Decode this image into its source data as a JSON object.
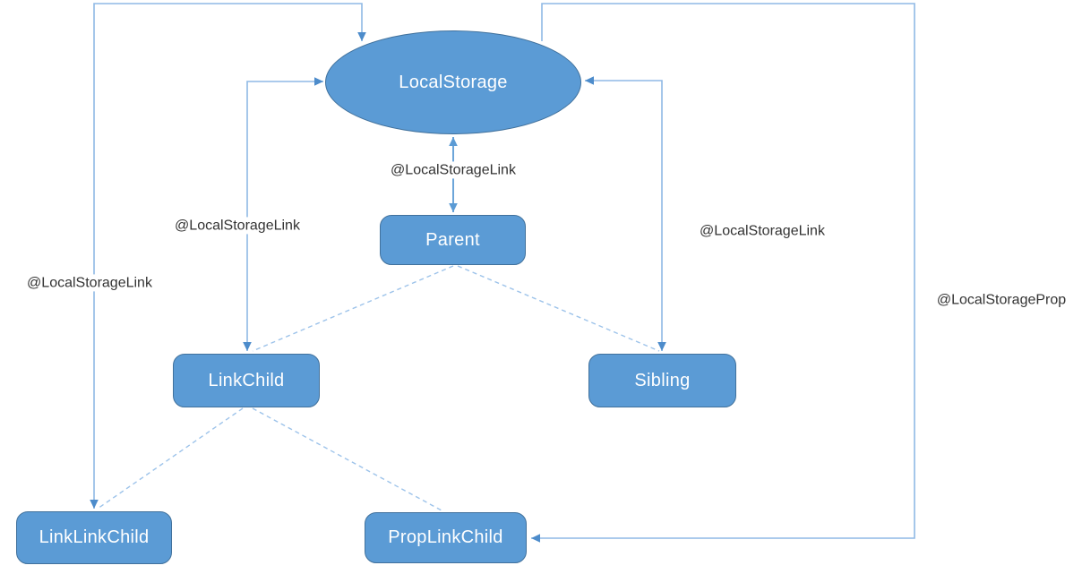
{
  "diagram": {
    "nodes": {
      "localstorage": {
        "label": "LocalStorage",
        "shape": "ellipse"
      },
      "parent": {
        "label": "Parent",
        "shape": "rounded-rectangle"
      },
      "linkchild": {
        "label": "LinkChild",
        "shape": "rounded-rectangle"
      },
      "sibling": {
        "label": "Sibling",
        "shape": "rounded-rectangle"
      },
      "linklinkchild": {
        "label": "LinkLinkChild",
        "shape": "rounded-rectangle"
      },
      "proplinkchild": {
        "label": "PropLinkChild",
        "shape": "rounded-rectangle"
      }
    },
    "edges": [
      {
        "from": "Parent",
        "to": "LocalStorage",
        "label": "@LocalStorageLink",
        "direction": "bidirectional",
        "style": "solid"
      },
      {
        "from": "LinkChild",
        "to": "LocalStorage",
        "label": "@LocalStorageLink",
        "direction": "bidirectional",
        "style": "solid"
      },
      {
        "from": "Sibling",
        "to": "LocalStorage",
        "label": "@LocalStorageLink",
        "direction": "bidirectional",
        "style": "solid"
      },
      {
        "from": "LinkLinkChild",
        "to": "LocalStorage",
        "label": "@LocalStorageLink",
        "direction": "bidirectional",
        "style": "solid"
      },
      {
        "from": "LocalStorage",
        "to": "PropLinkChild",
        "label": "@LocalStorageProp",
        "direction": "one-way",
        "style": "solid"
      },
      {
        "from": "Parent",
        "to": "LinkChild",
        "label": "",
        "direction": "none",
        "style": "dashed"
      },
      {
        "from": "Parent",
        "to": "Sibling",
        "label": "",
        "direction": "none",
        "style": "dashed"
      },
      {
        "from": "LinkChild",
        "to": "LinkLinkChild",
        "label": "",
        "direction": "none",
        "style": "dashed"
      },
      {
        "from": "LinkChild",
        "to": "PropLinkChild",
        "label": "",
        "direction": "none",
        "style": "dashed"
      }
    ],
    "colors": {
      "background": "#FFFFFF",
      "node_fill": "#5B9BD5",
      "node_border": "#41719C",
      "node_text": "#FFFFFF",
      "connector": "#8FB9E5",
      "connector_strong": "#5B9BD5",
      "arrowhead": "#4D8CCB",
      "dashed_connector": "#9DC3EA",
      "edge_label_text": "#333333"
    }
  }
}
